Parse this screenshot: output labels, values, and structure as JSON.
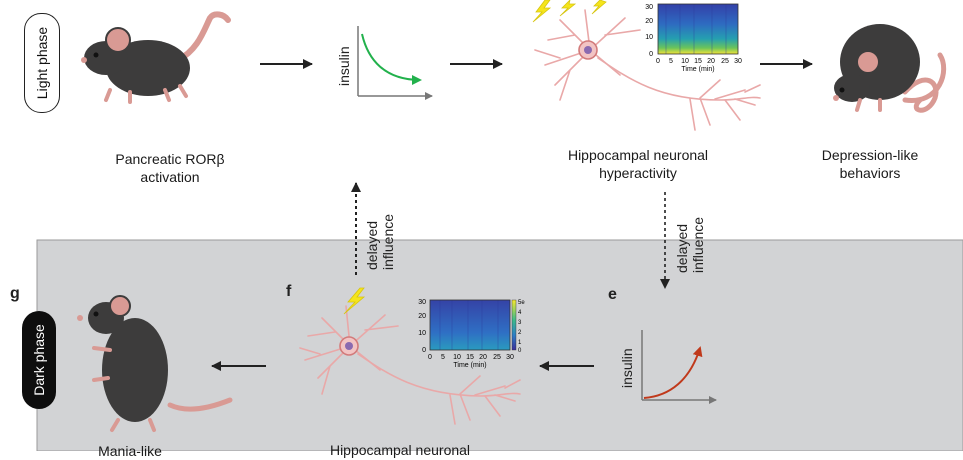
{
  "phases": {
    "light": "Light phase",
    "dark": "Dark phase"
  },
  "panels": {
    "e": "e",
    "f": "f",
    "g": "g"
  },
  "labels": {
    "pancreatic": [
      "Pancreatic RORβ",
      "activation"
    ],
    "hippo_top": [
      "Hippocampal neuronal",
      "hyperactivity"
    ],
    "depression": [
      "Depression-like",
      "behaviors"
    ],
    "hippo_bottom": "Hippocampal neuronal",
    "mania": "Mania-like"
  },
  "insulin_axis": "insulin",
  "delayed": [
    "delayed",
    "influence"
  ],
  "spectrogram": {
    "xlabel": "Time (min)",
    "xticks": [
      "0",
      "5",
      "10",
      "15",
      "20",
      "25",
      "30"
    ],
    "yticks": [
      "0",
      "10",
      "20",
      "30"
    ],
    "colorbar_ticks": [
      "0",
      "1",
      "2",
      "3",
      "4",
      "5"
    ],
    "colorbar_top": "5e"
  },
  "colors": {
    "dark_bg": "#d2d3d5",
    "insulin_down": "#22b14c",
    "insulin_up": "#c0391b",
    "neuron": "#e9a8a8",
    "bolt": "#f5e51b",
    "mouse": "#3d3c3c",
    "ear_tail": "#d99a94"
  },
  "icons": [
    "mouse-icon",
    "neuron-icon",
    "lightning-icon",
    "insulin-curve-icon",
    "spectrogram-icon"
  ]
}
